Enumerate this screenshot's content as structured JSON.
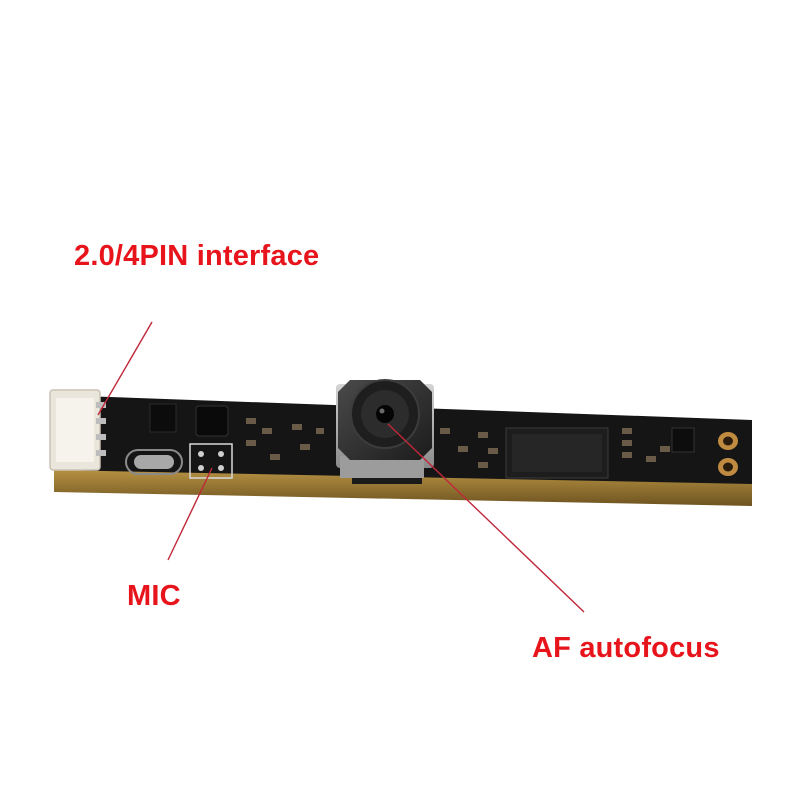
{
  "annotations": {
    "interface_label": "2.0/4PIN interface",
    "mic_label": "MIC",
    "af_label": "AF autofocus"
  },
  "colors": {
    "label_red": "#e8141c",
    "leader_line": "#c0283a",
    "pcb_black": "#141414",
    "pcb_edge_gold": "#9a7a34"
  }
}
